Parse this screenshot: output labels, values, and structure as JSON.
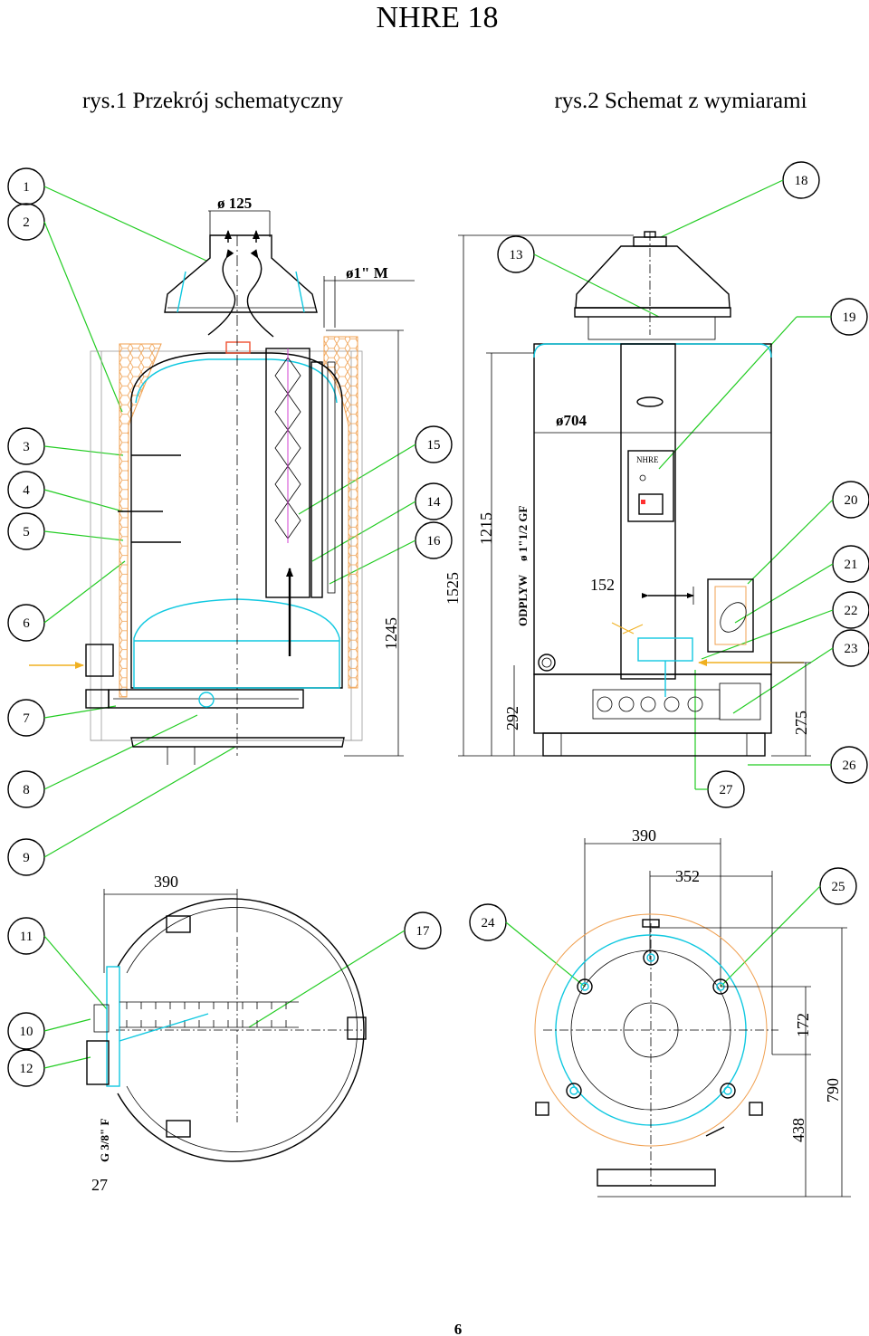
{
  "page": {
    "title": "NHRE  18",
    "figure1_caption": "rys.1 Przekrój schematyczny",
    "figure2_caption": "rys.2 Schemat z wymiarami",
    "page_number": "6"
  },
  "callouts": [
    "1",
    "2",
    "3",
    "4",
    "5",
    "6",
    "7",
    "8",
    "9",
    "10",
    "11",
    "12",
    "13",
    "14",
    "15",
    "16",
    "17",
    "18",
    "19",
    "20",
    "21",
    "22",
    "23",
    "24",
    "25",
    "26",
    "27"
  ],
  "bottom_label": "27",
  "dimensions": {
    "flue_diameter": "ø 125",
    "hot_water_connection": "ø1\" M",
    "tank_diameter": "ø704",
    "h1245": "1245",
    "h1525": "1525",
    "h1215": "1215",
    "drain": "ODPLYW",
    "gas_connection": "ø 1\"1/2 GF",
    "w152": "152",
    "h292": "292",
    "h275": "275",
    "w390_left": "390",
    "w390_right": "390",
    "w352": "352",
    "h172": "172",
    "h438": "438",
    "h790": "790",
    "gas_thread": "G 3/8\" F"
  },
  "panel_label": "NHRE",
  "colors": {
    "leader": "#22cc22",
    "outline": "#000000",
    "vessel": "#10c8e0",
    "insulation": "#f0a050",
    "gas_arrow": "#f0b020",
    "axis": "#d040d0"
  }
}
